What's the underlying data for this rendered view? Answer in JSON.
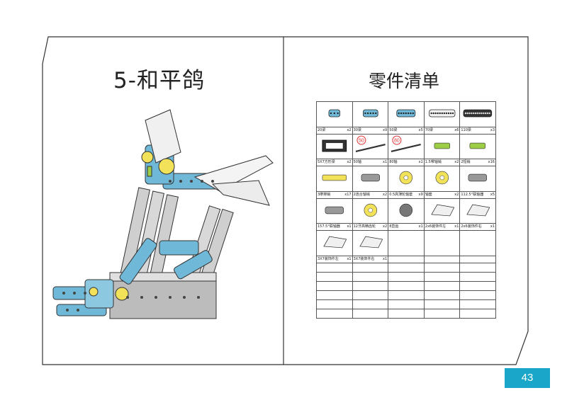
{
  "page": {
    "title": "5-和平鸽",
    "parts_heading": "零件清单",
    "page_number": "43",
    "accent_color": "#1aa6c8"
  },
  "model_image": {
    "icon": "peace-dove-model-illustration"
  },
  "parts": {
    "rows": [
      [
        {
          "name": "20梁",
          "qty": "x2",
          "icon": "blue-beam-3"
        },
        {
          "name": "30梁",
          "qty": "x9",
          "icon": "blue-beam-5"
        },
        {
          "name": "50梁",
          "qty": "x5",
          "icon": "blue-beam-7"
        },
        {
          "name": "70梁",
          "qty": "x6",
          "icon": "white-beam-11"
        },
        {
          "name": "110梁",
          "qty": "x3",
          "icon": "black-beam-15"
        }
      ],
      [
        {
          "name": "5X7方形梁",
          "qty": "x2",
          "icon": "black-frame-5x7"
        },
        {
          "name": "50轴",
          "qty": "x1",
          "icon": "axle-50",
          "badge": "50"
        },
        {
          "name": "80轴",
          "qty": "x1",
          "icon": "axle-80",
          "badge": "80"
        },
        {
          "name": "1.5带轴销",
          "qty": "x2",
          "icon": "green-pin-axle"
        },
        {
          "name": "2短销",
          "qty": "x16",
          "icon": "green-short-pin"
        }
      ],
      [
        {
          "name": "3摩擦销",
          "qty": "x17",
          "icon": "yellow-long-pin"
        },
        {
          "name": "2连合轴销",
          "qty": "x2",
          "icon": "grey-connector-pin"
        },
        {
          "name": "0.5高薄轮轴套",
          "qty": "x9",
          "icon": "yellow-bush-half"
        },
        {
          "name": "轴套",
          "qty": "x2",
          "icon": "yellow-bush"
        },
        {
          "name": "112.5°联轴器",
          "qty": "x5",
          "icon": "grey-angle-connector"
        }
      ],
      [
        {
          "name": "157.5°联轴器",
          "qty": "x1",
          "icon": "grey-angle-connector-157"
        },
        {
          "name": "12牙高精齿轮",
          "qty": "x2",
          "icon": "yellow-gear-12"
        },
        {
          "name": "8直齿",
          "qty": "x1",
          "icon": "grey-gear-8"
        },
        {
          "name": "2x6装饰件左",
          "qty": "x1",
          "icon": "white-panel-left"
        },
        {
          "name": "2x6装饰件右",
          "qty": "x1",
          "icon": "white-panel-right"
        }
      ],
      [
        {
          "name": "3X7装饰件左",
          "qty": "x1",
          "icon": "white-panel-3x7-left"
        },
        {
          "name": "3X7装饰件右",
          "qty": "x1",
          "icon": "white-panel-3x7-right"
        },
        {
          "name": "",
          "qty": "",
          "icon": ""
        },
        {
          "name": "",
          "qty": "",
          "icon": ""
        },
        {
          "name": "",
          "qty": "",
          "icon": ""
        }
      ]
    ]
  }
}
